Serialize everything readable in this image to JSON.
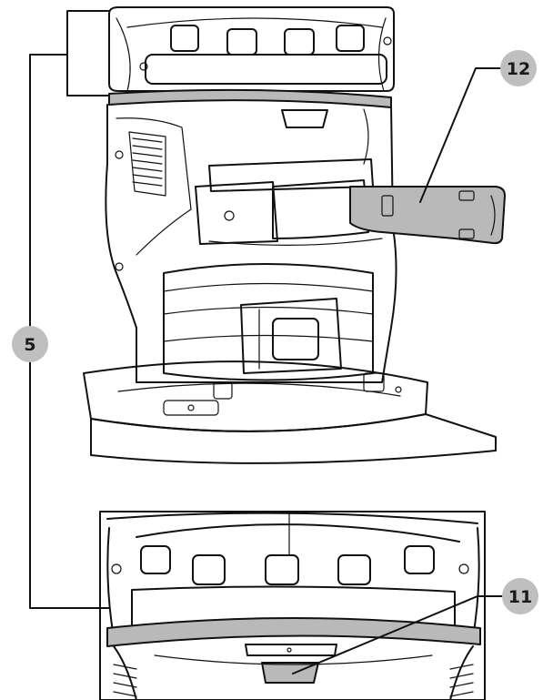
{
  "callouts": [
    {
      "id": "12",
      "label": "12",
      "color": "#bfbfbf"
    },
    {
      "id": "5",
      "label": "5",
      "color": "#bfbfbf"
    },
    {
      "id": "11",
      "label": "11",
      "color": "#bfbfbf"
    }
  ],
  "colors": {
    "line": "#111111",
    "highlight": "#b9b9b9",
    "background": "#ffffff"
  }
}
